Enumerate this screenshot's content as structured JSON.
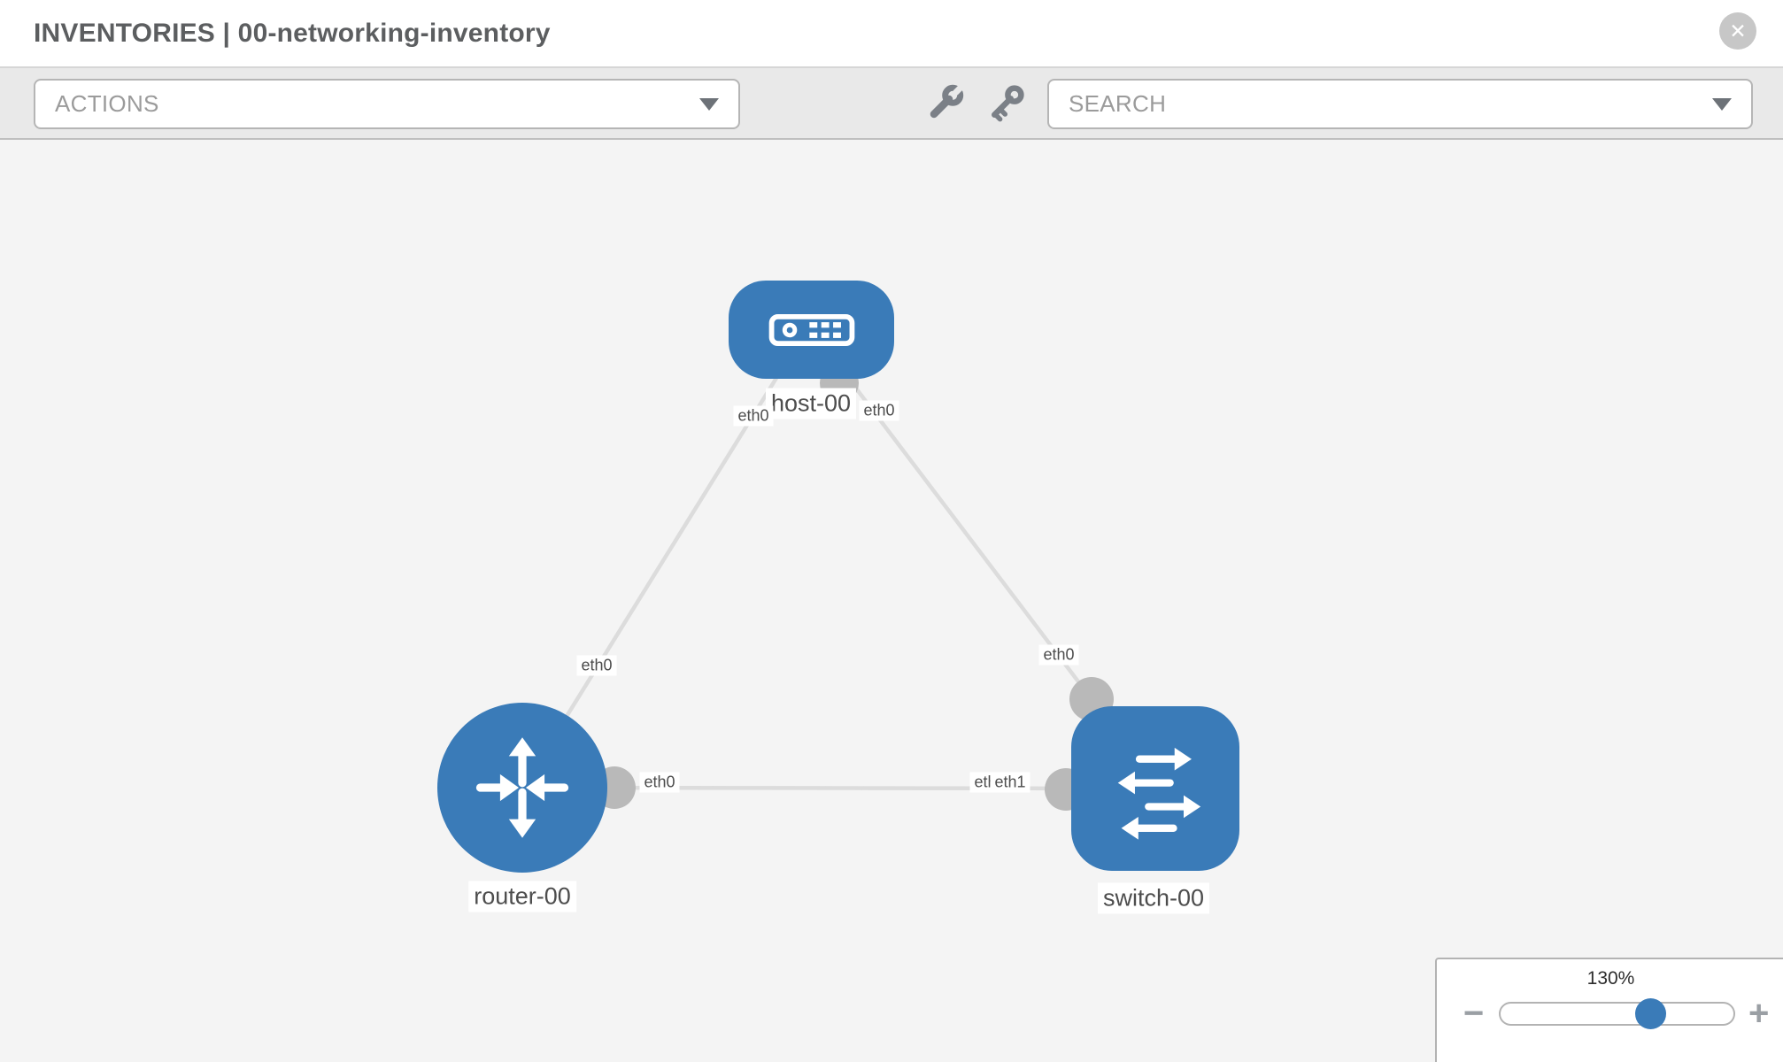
{
  "header": {
    "title": "INVENTORIES | 00-networking-inventory",
    "close_glyph": "✕"
  },
  "toolbar": {
    "actions_placeholder": "ACTIONS",
    "search_placeholder": "SEARCH",
    "icons": [
      "wrench-icon",
      "key-icon"
    ]
  },
  "graph": {
    "nodes": [
      {
        "name": "host-00",
        "type": "host",
        "shape": "rounded-rect",
        "icon": "server-icon"
      },
      {
        "name": "router-00",
        "type": "router",
        "shape": "circle",
        "icon": "router-arrows-icon"
      },
      {
        "name": "switch-00",
        "type": "switch",
        "shape": "rounded-square",
        "icon": "switch-arrows-icon"
      }
    ],
    "edges": [
      {
        "source": "host-00",
        "source_interface": "eth0",
        "target": "router-00",
        "target_interface": "eth0"
      },
      {
        "source": "host-00",
        "source_interface": "eth0",
        "target": "switch-00",
        "target_interface": "eth0"
      },
      {
        "source": "router-00",
        "source_interface": "eth0",
        "target": "switch-00",
        "target_interface": "eth1"
      }
    ],
    "labels": {
      "if_host_router_at_host": "eth0",
      "if_host_router_at_router": "eth0",
      "if_host_switch_at_host": "eth0",
      "if_host_switch_at_switch": "eth0",
      "if_router_switch_at_router": "eth0",
      "if_router_switch_at_switch_back": "eth0",
      "if_router_switch_at_switch_front": "eth1"
    }
  },
  "zoom_control": {
    "percent": "130%",
    "minus_glyph": "−",
    "plus_glyph": "+"
  },
  "colors": {
    "node_blue": "#3a7bb8",
    "edge_gray": "#dcdcdc",
    "connector_gray": "#b9b9b9",
    "canvas_bg": "#f4f4f4",
    "toolbar_bg": "#e9e9e9",
    "title_text": "#5c5e60",
    "placeholder_text": "#9b9b9b",
    "label_text": "#4d4d4d"
  }
}
